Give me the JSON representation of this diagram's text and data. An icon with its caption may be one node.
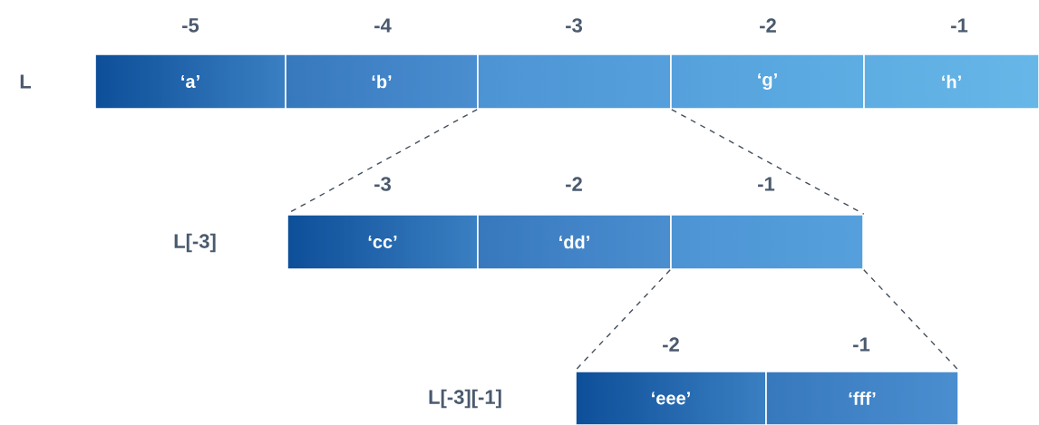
{
  "diagram": {
    "nodes": [
      {
        "text": [
          "‘a’"
        ]
      },
      {
        "text": [
          "‘b’"
        ]
      },
      {
        "text": [],
        "shape": "box"
      },
      {
        "text": [
          "‘g’"
        ]
      },
      {
        "text": [
          "‘h’"
        ]
      },
      {
        "text": [
          "‘cc’"
        ]
      },
      {
        "text": [
          "‘dd’"
        ]
      },
      {
        "text": [],
        "shape": "box"
      },
      {
        "text": [
          "‘eee’"
        ]
      },
      {
        "text": [
          "‘fff’"
        ]
      }
    ],
    "edges": [
      {
        "from": 2,
        "to": 5,
        "arrow": "none",
        "style": "dashed"
      },
      {
        "from": 2,
        "to": 7,
        "arrow": "none",
        "style": "dashed"
      },
      {
        "from": 7,
        "to": 8,
        "arrow": "none",
        "style": "dashed"
      },
      {
        "from": 7,
        "to": 9,
        "arrow": "none",
        "style": "dashed"
      }
    ],
    "labels": [
      "-5",
      "-4",
      "-3",
      "-2",
      "-1",
      "L",
      "-3",
      "-2",
      "-1",
      "L[-3]",
      "-2",
      "-1",
      "L[-3][-1]"
    ]
  }
}
